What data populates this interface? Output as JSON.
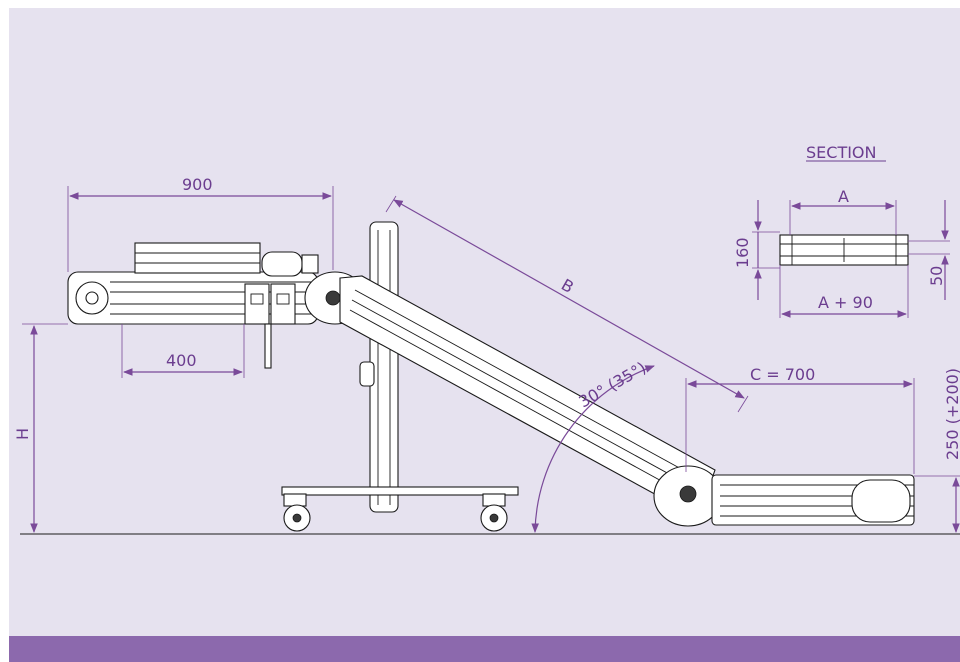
{
  "labels": {
    "section_title": "SECTION",
    "dim_900": "900",
    "dim_400": "400",
    "dim_B": "B",
    "dim_angle": "30° (35°)",
    "dim_C": "C = 700",
    "dim_H": "H",
    "dim_A": "A",
    "dim_A90": "A + 90",
    "dim_160": "160",
    "dim_50": "50",
    "dim_250": "250 (+200)"
  },
  "colors": {
    "panel_background": "#e6e2ef",
    "dimension_color": "#7a4a99",
    "footer_bar": "#8c69ad"
  }
}
